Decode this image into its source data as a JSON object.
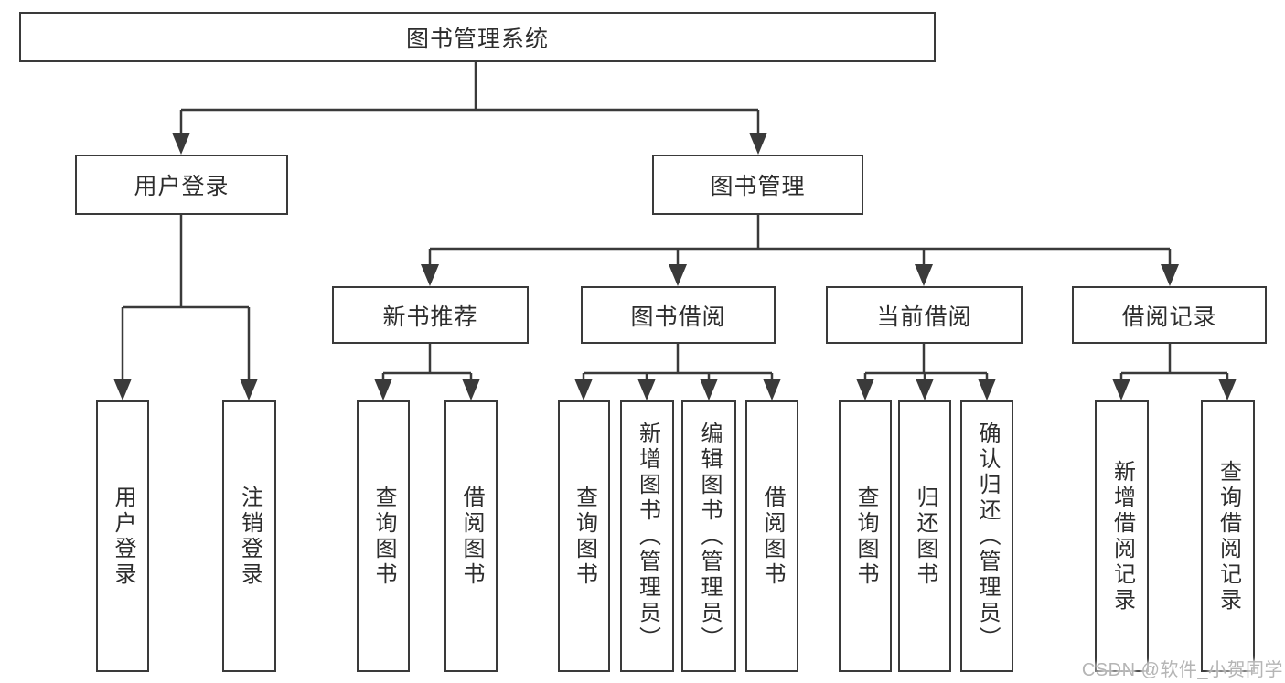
{
  "diagram": {
    "root": {
      "label": "图书管理系统"
    },
    "branches": [
      {
        "label": "用户登录"
      },
      {
        "label": "图书管理"
      }
    ],
    "modules": [
      {
        "label": "新书推荐"
      },
      {
        "label": "图书借阅"
      },
      {
        "label": "当前借阅"
      },
      {
        "label": "借阅记录"
      }
    ],
    "leaves": {
      "login": [
        "用户登录",
        "注销登录"
      ],
      "recommend": [
        "查询图书",
        "借阅图书"
      ],
      "borrow": [
        "查询图书",
        "新增图书（管理员）",
        "编辑图书（管理员）",
        "借阅图书"
      ],
      "current": [
        "查询图书",
        "归还图书",
        "确认归还（管理员）"
      ],
      "records": [
        "新增借阅记录",
        "查询借阅记录"
      ]
    },
    "watermark": "CSDN @软件_小贺同学",
    "colors": {
      "line": "#3a3a3a",
      "box_border": "#3a3a3a",
      "text": "#2d2d2d",
      "watermark": "#b5b5b5",
      "background": "#ffffff"
    }
  }
}
